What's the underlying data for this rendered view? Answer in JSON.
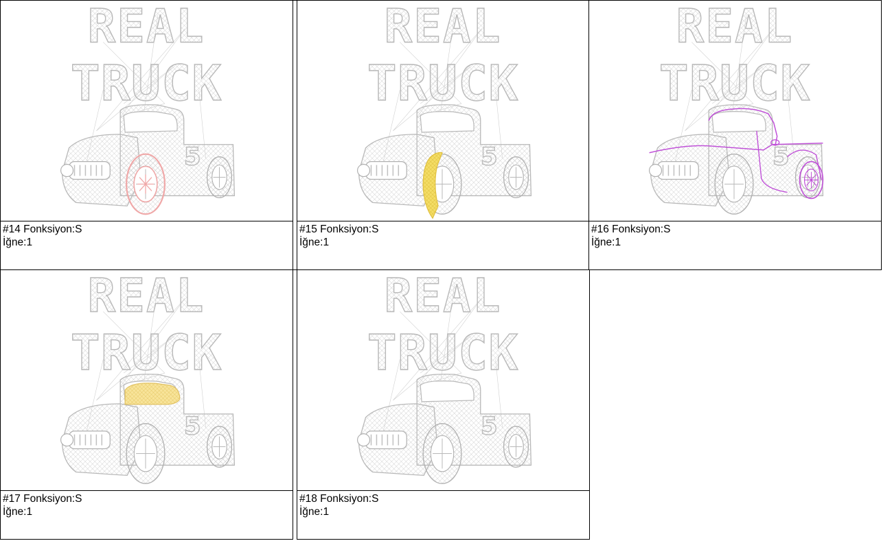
{
  "panels": [
    {
      "title": "#14 Fonksiyon:S",
      "needle": "İğne:1",
      "highlight": "front-wheel-outline",
      "color": "#f0a8a8"
    },
    {
      "title": "#15 Fonksiyon:S",
      "needle": "İğne:1",
      "highlight": "front-fender",
      "color": "#f2dc4a"
    },
    {
      "title": "#16 Fonksiyon:S",
      "needle": "İğne:1",
      "highlight": "body-outline",
      "color": "#c050d8"
    },
    {
      "title": "#17 Fonksiyon:S",
      "needle": "İğne:1",
      "highlight": "cab-window",
      "color": "#f5dc7c"
    },
    {
      "title": "#18 Fonksiyon:S",
      "needle": "İğne:1",
      "highlight": "none",
      "color": ""
    }
  ],
  "artwork": {
    "line1": "REAL",
    "line2": "TRUCK"
  }
}
